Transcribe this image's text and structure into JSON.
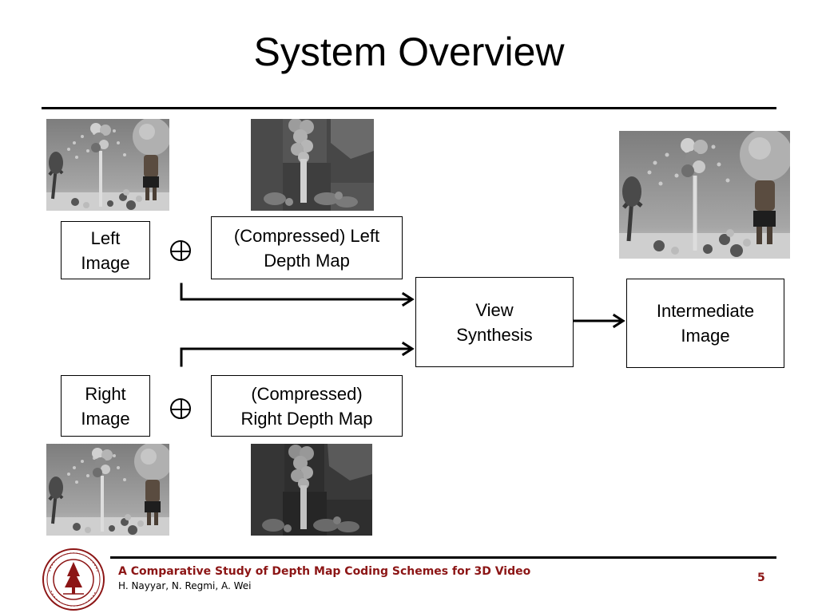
{
  "slide": {
    "title": "System Overview"
  },
  "diagram": {
    "boxes": {
      "left_image": "Left\nImage",
      "left_depth": "(Compressed) Left\nDepth Map",
      "right_image": "Right\nImage",
      "right_depth": "(Compressed)\nRight Depth Map",
      "view_synthesis": "View\nSynthesis",
      "intermediate": "Intermediate\nImage"
    },
    "images": {
      "left_view": "balloon-scene-photo",
      "left_depth": "depth-map-grayscale",
      "right_view": "balloon-scene-photo",
      "right_depth": "depth-map-grayscale",
      "intermediate_view": "balloon-scene-photo"
    }
  },
  "footer": {
    "title": "A Comparative Study of Depth Map Coding Schemes for 3D Video",
    "authors": "H. Nayyar, N. Regmi, A. Wei",
    "page_number": "5",
    "accent_color": "#8c1515",
    "logo": "stanford-university-seal"
  }
}
